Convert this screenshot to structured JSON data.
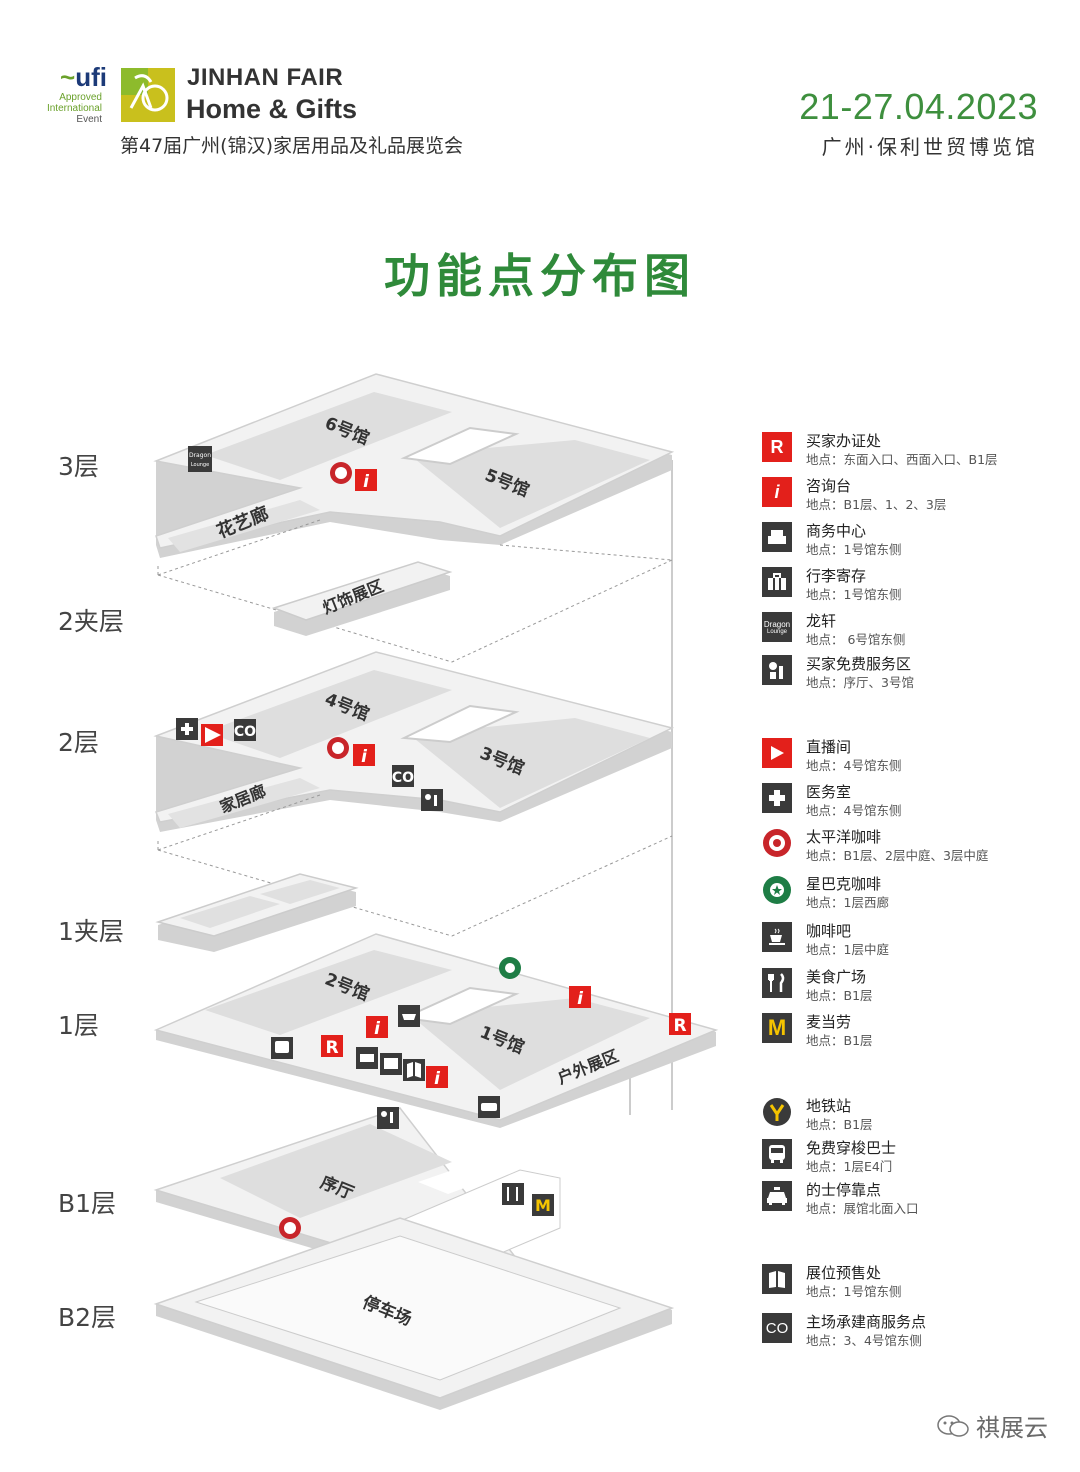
{
  "header": {
    "ufi_logo_text": "ufi",
    "ufi_lines": [
      "Approved",
      "International",
      "Event"
    ],
    "brand_line1": "JINHAN FAIR",
    "brand_line2": "Home & Gifts",
    "subtitle": "第47届广州(锦汉)家居用品及礼品展览会",
    "date": "21-27.04.2023",
    "venue": "广州·保利世贸博览馆"
  },
  "map": {
    "title": "功能点分布图",
    "floors": [
      {
        "label": "3层",
        "areas": [
          "6号馆",
          "5号馆",
          "花艺廊"
        ]
      },
      {
        "label": "2夹层",
        "areas": [
          "灯饰展区"
        ]
      },
      {
        "label": "2层",
        "areas": [
          "4号馆",
          "3号馆",
          "家居廊"
        ]
      },
      {
        "label": "1夹层",
        "areas": []
      },
      {
        "label": "1层",
        "areas": [
          "2号馆",
          "1号馆",
          "户外展区"
        ]
      },
      {
        "label": "B1层",
        "areas": [
          "序厅"
        ]
      },
      {
        "label": "B2层",
        "areas": [
          "停车场"
        ]
      }
    ],
    "dragon_lounge_text": [
      "Dragon",
      "Lounge"
    ],
    "icon_letters": {
      "registration": "R",
      "info": "i",
      "contractor": "CO"
    }
  },
  "legend": [
    {
      "icon": "registration-icon",
      "glyph": "R",
      "color": "#e3201b",
      "name": "买家办证处",
      "location": "地点：东面入口、西面入口、B1层"
    },
    {
      "icon": "info-icon",
      "glyph": "i",
      "color": "#e3201b",
      "name": "咨询台",
      "location": "地点：B1层、1、2、3层"
    },
    {
      "icon": "business-center-icon",
      "glyph": "",
      "color": "#3a3a3a",
      "name": "商务中心",
      "location": "地点：1号馆东侧"
    },
    {
      "icon": "luggage-icon",
      "glyph": "",
      "color": "#3a3a3a",
      "name": "行李寄存",
      "location": "地点：1号馆东侧"
    },
    {
      "icon": "dragon-lounge-icon",
      "glyph": "",
      "color": "#3a3a3a",
      "name": "龙轩",
      "location": "地点： 6号馆东侧"
    },
    {
      "icon": "buyer-service-icon",
      "glyph": "",
      "color": "#3a3a3a",
      "name": "买家免费服务区",
      "location": "地点：序厅、3号馆"
    },
    {
      "icon": "live-stream-icon",
      "glyph": "",
      "color": "#e3201b",
      "name": "直播间",
      "location": "地点：4号馆东侧"
    },
    {
      "icon": "medical-icon",
      "glyph": "",
      "color": "#3a3a3a",
      "name": "医务室",
      "location": "地点：4号馆东侧"
    },
    {
      "icon": "pacific-coffee-icon",
      "glyph": "",
      "color": "#c8252a",
      "name": "太平洋咖啡",
      "location": "地点：B1层、2层中庭、3层中庭"
    },
    {
      "icon": "starbucks-icon",
      "glyph": "",
      "color": "#1e7d45",
      "name": "星巴克咖啡",
      "location": "地点：1层西廊"
    },
    {
      "icon": "coffee-bar-icon",
      "glyph": "",
      "color": "#3a3a3a",
      "name": "咖啡吧",
      "location": "地点：1层中庭"
    },
    {
      "icon": "food-court-icon",
      "glyph": "",
      "color": "#3a3a3a",
      "name": "美食广场",
      "location": "地点：B1层"
    },
    {
      "icon": "mcdonalds-icon",
      "glyph": "",
      "color": "#3a3a3a",
      "name": "麦当劳",
      "location": "地点：B1层"
    },
    {
      "icon": "metro-icon",
      "glyph": "",
      "color": "#3a3a3a",
      "name": "地铁站",
      "location": "地点：B1层"
    },
    {
      "icon": "shuttle-bus-icon",
      "glyph": "",
      "color": "#3a3a3a",
      "name": "免费穿梭巴士",
      "location": "地点：1层E4门"
    },
    {
      "icon": "taxi-icon",
      "glyph": "",
      "color": "#3a3a3a",
      "name": "的士停靠点",
      "location": "地点：展馆北面入口"
    },
    {
      "icon": "booth-presale-icon",
      "glyph": "",
      "color": "#3a3a3a",
      "name": "展位预售处",
      "location": "地点：1号馆东侧"
    },
    {
      "icon": "contractor-service-icon",
      "glyph": "CO",
      "color": "#3a3a3a",
      "name": "主场承建商服务点",
      "location": "地点：3、4号馆东侧"
    }
  ],
  "watermark": "祺展云"
}
